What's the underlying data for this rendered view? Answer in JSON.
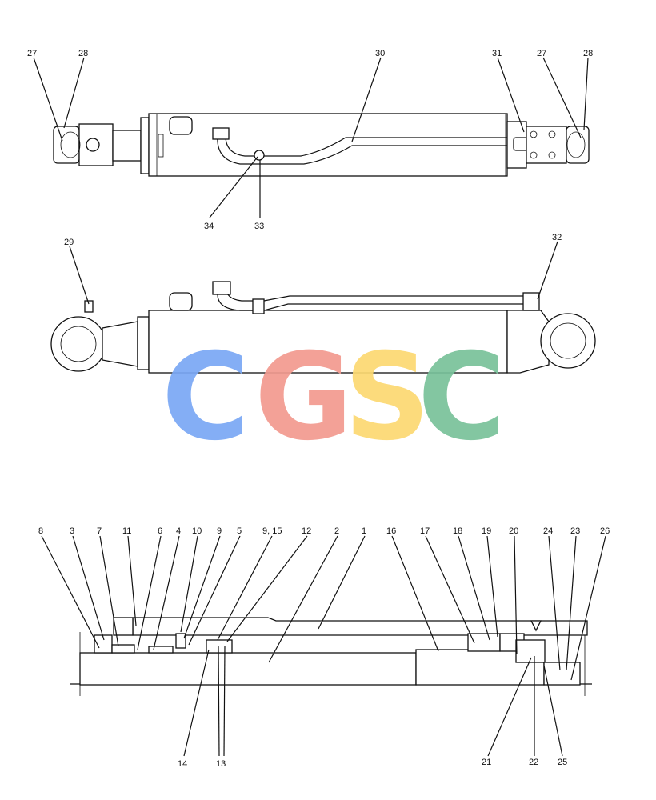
{
  "watermark": {
    "letters": [
      {
        "ch": "C",
        "color": "#7aa8f5"
      },
      {
        "ch": "G",
        "color": "#f29a8f"
      },
      {
        "ch": "S",
        "color": "#fcd971"
      },
      {
        "ch": "C",
        "color": "#79c29a"
      }
    ]
  },
  "callouts": {
    "top_view": [
      "27",
      "28",
      "30",
      "31",
      "27",
      "28",
      "34",
      "33"
    ],
    "side_view": [
      "29",
      "32"
    ],
    "section_view": [
      "8",
      "3",
      "7",
      "11",
      "6",
      "4",
      "10",
      "9",
      "5",
      "9, 15",
      "12",
      "2",
      "1",
      "16",
      "17",
      "18",
      "19",
      "20",
      "24",
      "23",
      "26",
      "14",
      "13",
      "21",
      "22",
      "25"
    ]
  }
}
